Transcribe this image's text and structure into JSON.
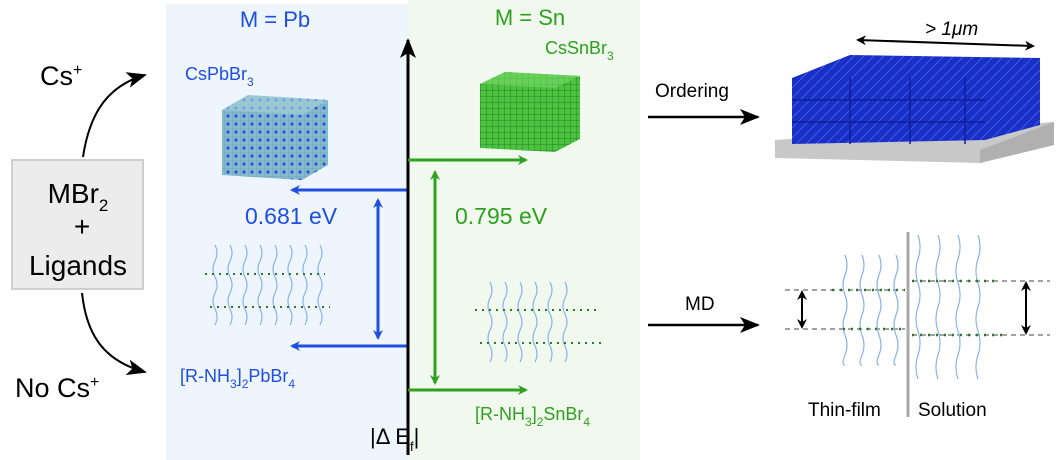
{
  "colors": {
    "pb": "#1f4fe0",
    "sn": "#2fa01f",
    "black": "#000000"
  },
  "left": {
    "cs_label": "Cs",
    "cs_sup": "+",
    "no_cs_label": "No Cs",
    "no_cs_sup": "+",
    "box": {
      "line1": "MBr",
      "line1_sub": "2",
      "line2": "+",
      "line3": "Ligands"
    }
  },
  "pb_panel": {
    "title": "M = Pb",
    "top_compound": {
      "a": "CsPbBr",
      "sub": "3"
    },
    "energy": "0.681 eV",
    "bottom_compound": {
      "a": "[R-NH",
      "sub1": "3",
      "b": "]",
      "sub2": "2",
      "c": "PbBr",
      "sub3": "4"
    }
  },
  "sn_panel": {
    "title": "M = Sn",
    "top_compound": {
      "a": "CsSnBr",
      "sub": "3"
    },
    "energy": "0.795 eV",
    "bottom_compound": {
      "a": "[R-NH",
      "sub1": "3",
      "b": "]",
      "sub2": "2",
      "c": "SnBr",
      "sub3": "4"
    }
  },
  "axis": {
    "label_a": "|Δ E",
    "label_sub": "f",
    "label_b": "|"
  },
  "right": {
    "ordering_label": "Ordering",
    "scale_label": "> 1μm",
    "md_label": "MD",
    "thin_film_label": "Thin-film",
    "solution_label": "Solution"
  }
}
